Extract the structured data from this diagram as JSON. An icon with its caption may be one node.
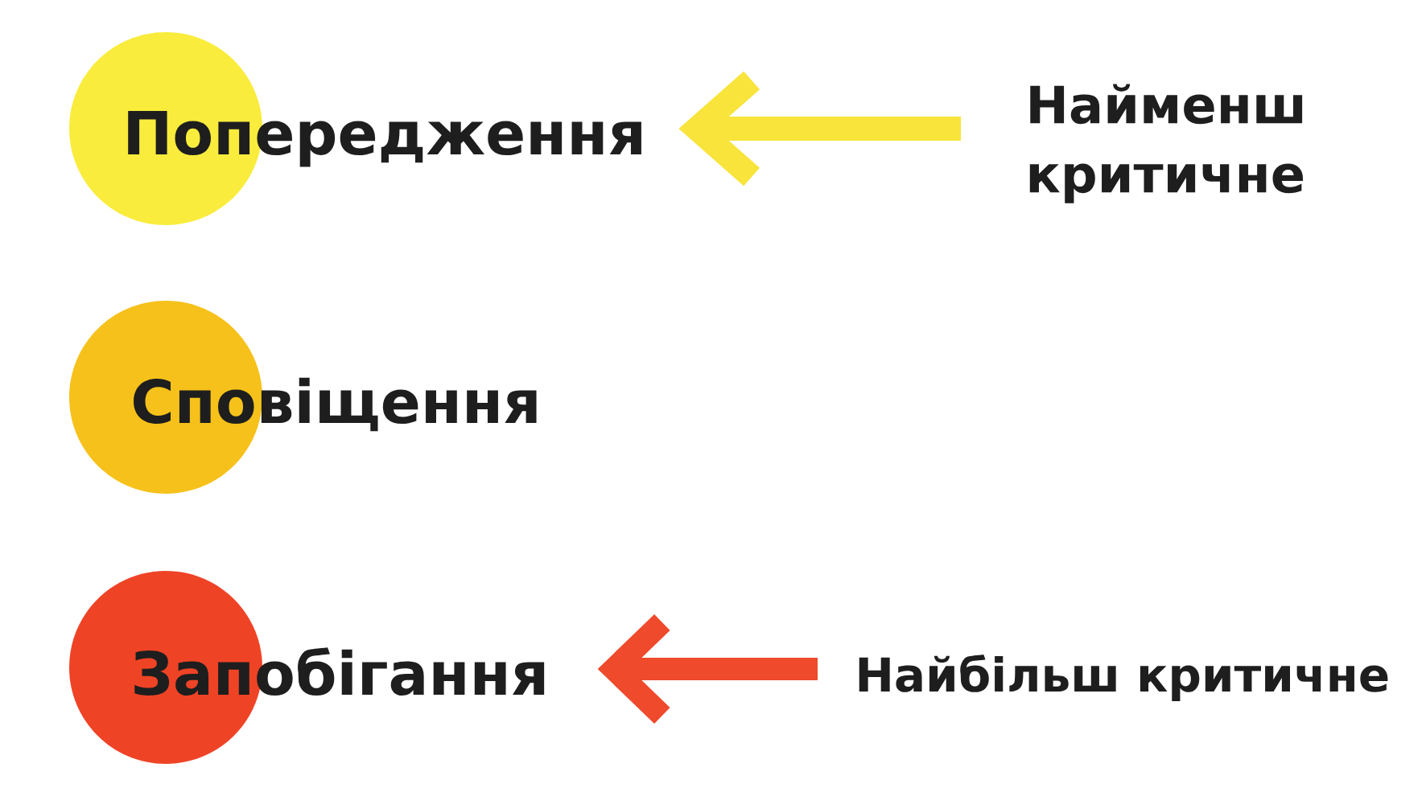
{
  "diagram": {
    "nodes": [
      {
        "text": [
          "Попередження"
        ]
      },
      {
        "text": [
          "Найменш критичне"
        ]
      },
      {
        "text": [
          "Сповіщення"
        ]
      },
      {
        "text": [
          "Запобігання"
        ]
      },
      {
        "text": [
          "Найбільш критичне"
        ]
      }
    ],
    "edges": [
      {
        "from": 1,
        "to": 0,
        "arrow": "to",
        "color": "#f8e43a"
      },
      {
        "from": 4,
        "to": 3,
        "arrow": "to",
        "color": "#ee4a2b"
      }
    ]
  }
}
